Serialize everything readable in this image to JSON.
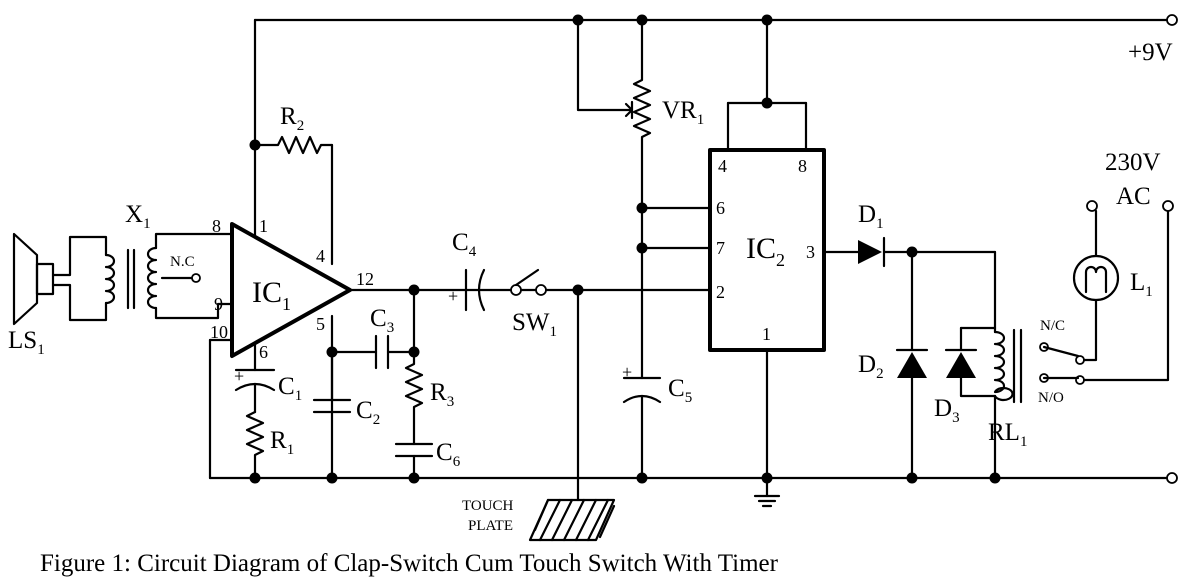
{
  "labels": {
    "supply": "+9V",
    "mains_voltage": "230V",
    "mains_type": "AC",
    "speaker": "LS",
    "speaker_sub": "1",
    "transformer": "X",
    "transformer_sub": "1",
    "nc_tap": "N.C",
    "ic1": "IC",
    "ic1_sub": "1",
    "ic2": "IC",
    "ic2_sub": "2",
    "r1": "R",
    "r1_sub": "1",
    "r2": "R",
    "r2_sub": "2",
    "r3": "R",
    "r3_sub": "3",
    "c1": "C",
    "c1_sub": "1",
    "c2": "C",
    "c2_sub": "2",
    "c3": "C",
    "c3_sub": "3",
    "c4": "C",
    "c4_sub": "4",
    "c5": "C",
    "c5_sub": "5",
    "c6": "C",
    "c6_sub": "6",
    "vr1": "VR",
    "vr1_sub": "1",
    "sw1": "SW",
    "sw1_sub": "1",
    "d1": "D",
    "d1_sub": "1",
    "d2": "D",
    "d2_sub": "2",
    "d3": "D",
    "d3_sub": "3",
    "rl1": "RL",
    "rl1_sub": "1",
    "lamp": "L",
    "lamp_sub": "1",
    "relay_nc": "N/C",
    "relay_no": "N/O",
    "touch_line1": "TOUCH",
    "touch_line2": "PLATE",
    "plus": "+"
  },
  "pins": {
    "ic1": [
      "8",
      "1",
      "4",
      "12",
      "9",
      "10",
      "6",
      "5"
    ],
    "ic2": [
      "4",
      "8",
      "6",
      "7",
      "3",
      "2",
      "1"
    ]
  },
  "caption": "Figure 1: Circuit Diagram of Clap-Switch Cum Touch Switch With Timer"
}
